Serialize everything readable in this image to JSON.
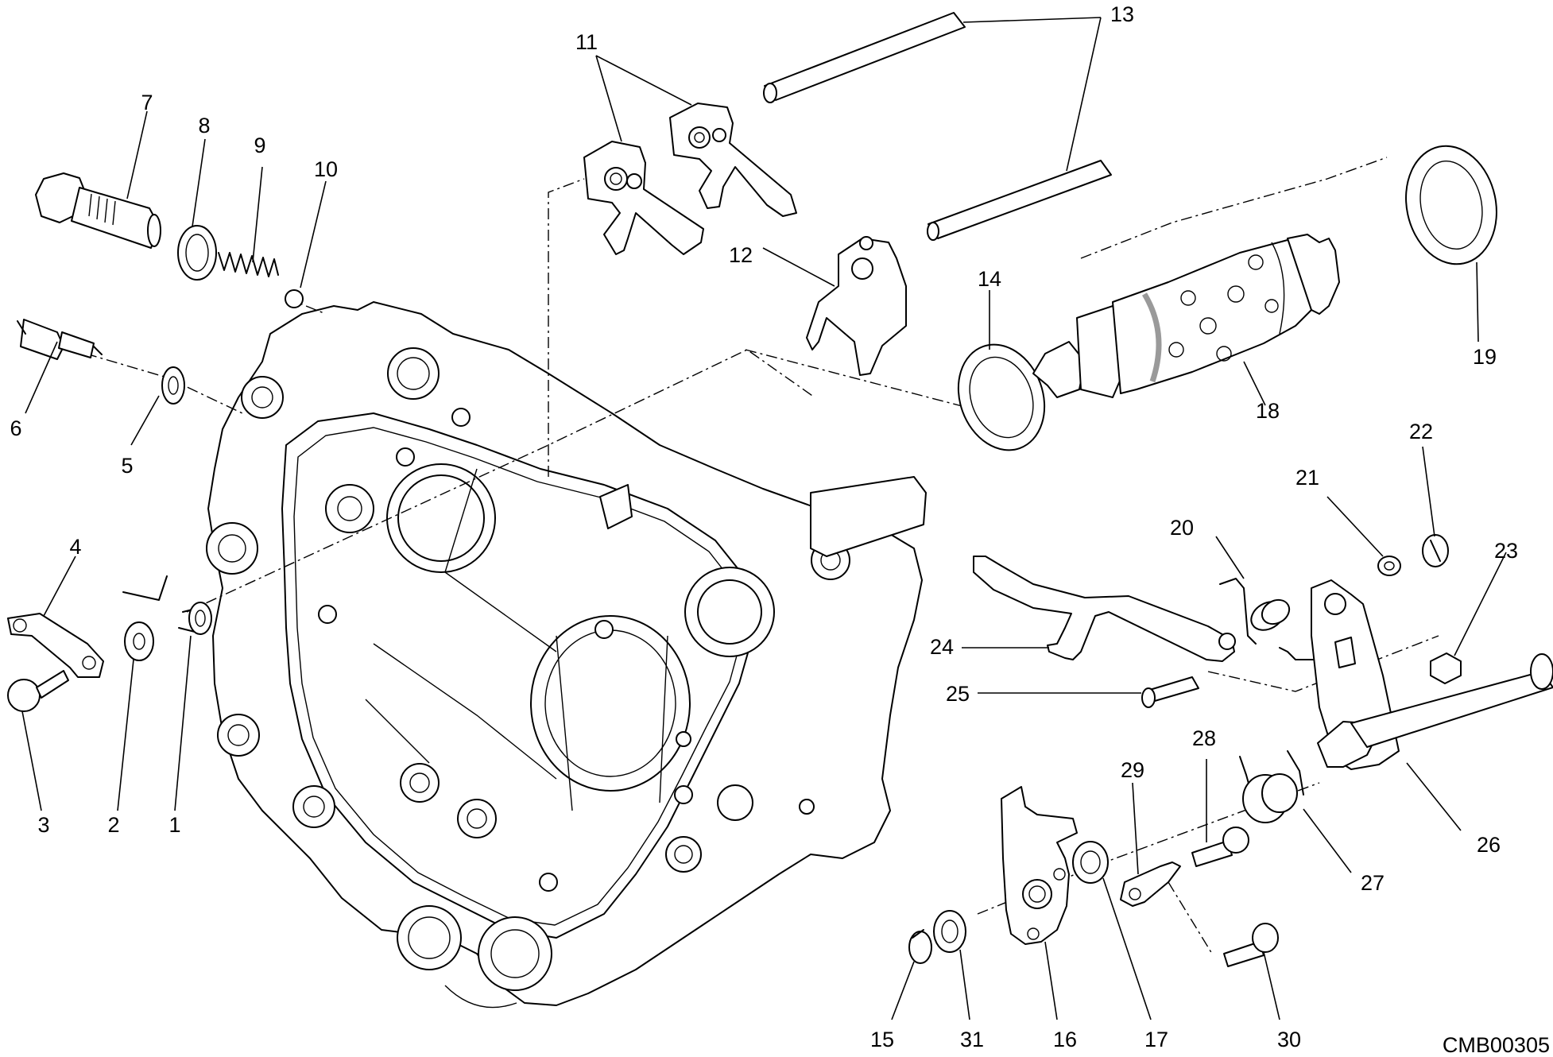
{
  "diagram": {
    "drawing_code": "CMB00305",
    "callouts": {
      "1": "1",
      "2": "2",
      "3": "3",
      "4": "4",
      "5": "5",
      "6": "6",
      "7": "7",
      "8": "8",
      "9": "9",
      "10": "10",
      "11": "11",
      "12": "12",
      "13": "13",
      "14": "14",
      "15": "15",
      "16": "16",
      "17": "17",
      "18": "18",
      "19": "19",
      "20": "20",
      "21": "21",
      "22": "22",
      "23": "23",
      "24": "24",
      "25": "25",
      "26": "26",
      "27": "27",
      "28": "28",
      "29": "29",
      "30": "30",
      "31": "31"
    }
  }
}
